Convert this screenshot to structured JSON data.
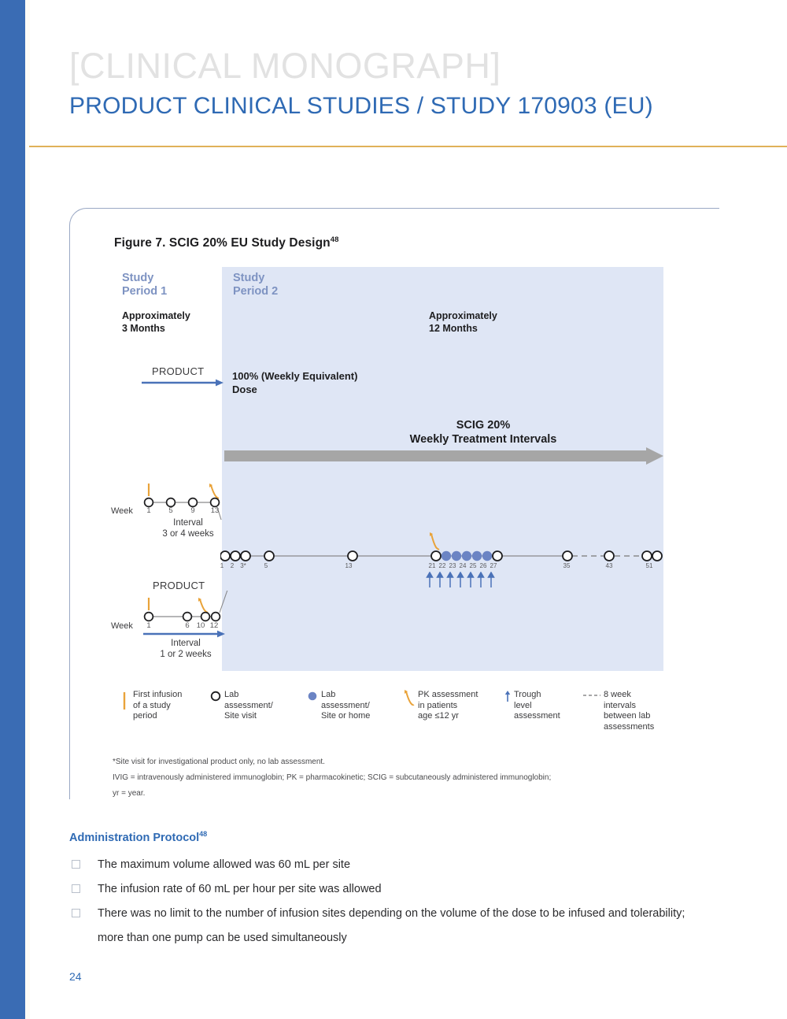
{
  "header": {
    "kicker": "[CLINICAL MONOGRAPH]",
    "title": "PRODUCT CLINICAL STUDIES / STUDY 170903 (EU)",
    "rule_color": "#e0b159",
    "title_color": "#2f6ab4",
    "kicker_color": "#e2e2e2"
  },
  "figure": {
    "title": "Figure 7. SCIG 20% EU Study Design",
    "title_sup": "48",
    "panel_color": "#dfe6f5",
    "period1": {
      "label": "Study\nPeriod 1",
      "line1": "Study",
      "line2": "Period 1",
      "duration_l1": "Approximately",
      "duration_l2": "3 Months"
    },
    "period2": {
      "line1": "Study",
      "line2": "Period 2",
      "duration_l1": "Approximately",
      "duration_l2": "12 Months"
    },
    "product_arrow_label_top": "PRODUCT",
    "product_arrow_label_bottom": "PRODUCT",
    "dose_l1": "100% (Weekly Equivalent)",
    "dose_l2": "Dose",
    "scig_l1": "SCIG 20%",
    "scig_l2": "Weekly Treatment Intervals",
    "week_label": "Week",
    "timeline_top": {
      "weeks": [
        "1",
        "5",
        "9",
        "13"
      ],
      "first_infusion_at": "1",
      "pk_at": "13",
      "interval_l1": "Interval",
      "interval_l2": "3 or 4 weeks"
    },
    "timeline_bottom": {
      "weeks": [
        "1",
        "6",
        "10",
        "12"
      ],
      "first_infusion_at": "1",
      "pk_at": "10",
      "interval_l1": "Interval",
      "interval_l2": "1 or 2 weeks"
    },
    "timeline_main": {
      "weeks": [
        "1",
        "2",
        "3*",
        "5",
        "13",
        "21",
        "22",
        "23",
        "24",
        "25",
        "26",
        "27",
        "35",
        "43",
        "51"
      ],
      "filled_weeks": [
        "22",
        "23",
        "24",
        "25",
        "26"
      ],
      "trough_weeks": [
        "21",
        "22",
        "23",
        "24",
        "25",
        "26",
        "27"
      ],
      "pk_at": "21",
      "dashed_after": "27"
    }
  },
  "legend": [
    {
      "icon": "orange-tick-icon",
      "l1": "First infusion",
      "l2": "of a study",
      "l3": "period"
    },
    {
      "icon": "open-circle-icon",
      "l1": "Lab",
      "l2": "assessment/",
      "l3": "Site visit"
    },
    {
      "icon": "filled-circle-icon",
      "l1": "Lab",
      "l2": "assessment/",
      "l3": "Site or home"
    },
    {
      "icon": "pk-curve-icon",
      "l1": "PK assessment",
      "l2": "in patients",
      "l3": "age ≤12 yr"
    },
    {
      "icon": "up-arrow-icon",
      "l1": "Trough",
      "l2": "level",
      "l3": "assessment"
    },
    {
      "icon": "dashed-line-icon",
      "l1": "8 week",
      "l2": "intervals",
      "l3": "between lab",
      "l4": "assessments"
    }
  ],
  "footnotes": [
    "*Site visit for investigational product only, no lab assessment.",
    "IVIG = intravenously administered immunoglobin; PK = pharmacokinetic; SCIG = subcutaneously administered immunoglobin;",
    "yr = year."
  ],
  "admin_protocol": {
    "heading": "Administration Protocol",
    "heading_sup": "48",
    "bullets": [
      "The maximum volume allowed was 60 mL per site",
      "The infusion rate of 60 mL per hour per site was allowed",
      "There was no limit to the number of infusion sites depending on the volume of the dose to be infused and tolerability; more than one pump can be used simultaneously"
    ]
  },
  "page_number": "24",
  "colors": {
    "spine": "#3a6cb4",
    "accent_blue": "#2f6ab4",
    "panel": "#dfe6f5",
    "orange": "#e9a33a",
    "gray_arrow": "#a6a6a6",
    "marker_blue": "#6b84c4",
    "frame": "#9aa8c4"
  }
}
